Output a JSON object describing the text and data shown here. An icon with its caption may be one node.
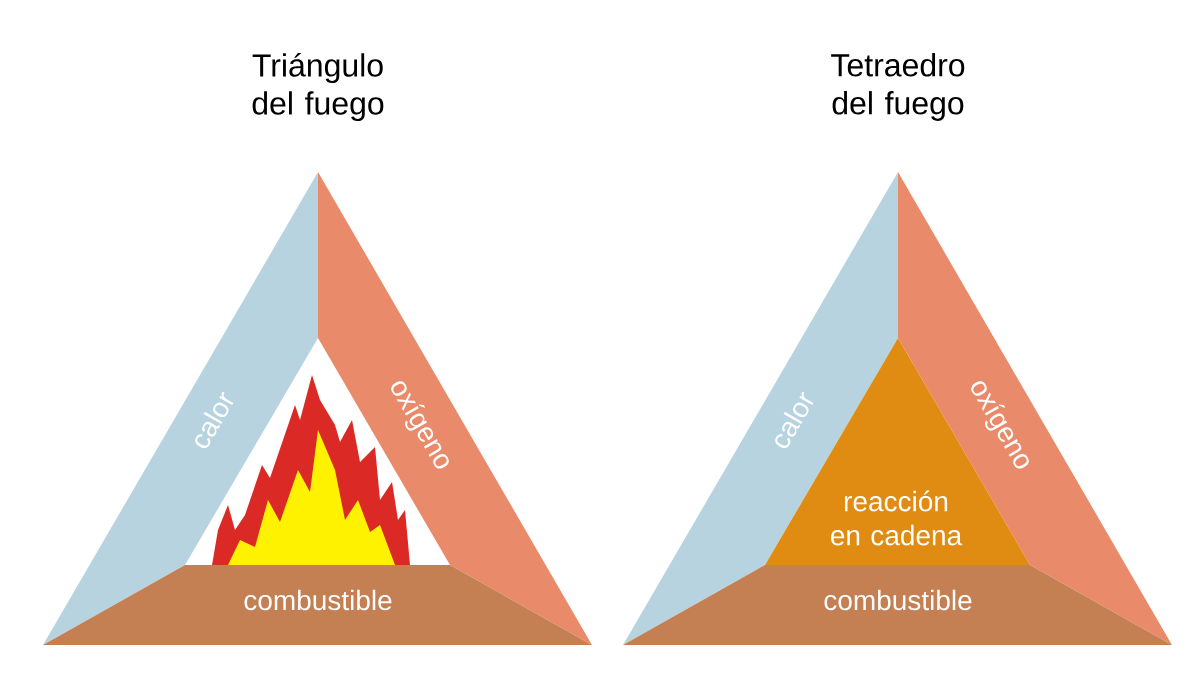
{
  "diagram": {
    "nodes": [
      {
        "text": [
          "calor"
        ]
      },
      {
        "text": [
          "oxígeno"
        ]
      },
      {
        "text": [],
        "shape": "picture"
      },
      {
        "text": [
          "combustible"
        ]
      },
      {
        "text": [
          "calor"
        ]
      },
      {
        "text": [
          "oxígeno"
        ]
      },
      {
        "text": [
          "reacción en cadena"
        ]
      },
      {
        "text": [
          "combustible"
        ]
      }
    ],
    "labels": [
      "Triángulo del fuego",
      "Tetraedro del fuego"
    ]
  }
}
